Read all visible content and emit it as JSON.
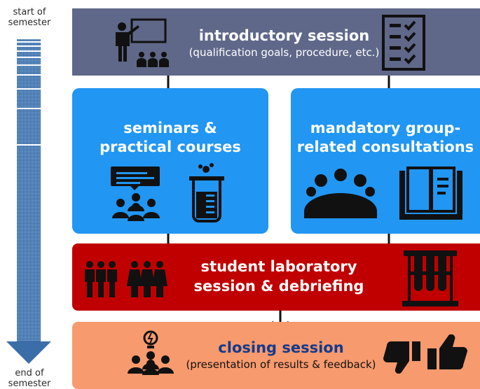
{
  "timeline": {
    "start_label": "start of semester",
    "end_label": "end of semester"
  },
  "intro": {
    "title": "introductory session",
    "subtitle": "(qualification goals, procedure, etc.)",
    "color": "#5f6889"
  },
  "seminars": {
    "title_line1": "seminars &",
    "title_line2": "practical courses",
    "color": "#2196f3"
  },
  "consultations": {
    "title_line1": "mandatory group-",
    "title_line2": "related consultations",
    "color": "#2196f3"
  },
  "lab": {
    "title_line1": "student laboratory",
    "title_line2": "session & debriefing",
    "color": "#c00000"
  },
  "closing": {
    "title": "closing session",
    "subtitle": "(presentation of results & feedback)",
    "color": "#f79a6d",
    "title_color": "#143a8c"
  },
  "icons": [
    "teacher-icon",
    "checklist-icon",
    "presentation-audience-icon",
    "beaker-icon",
    "meeting-table-icon",
    "open-book-icon",
    "student-group-icon",
    "test-tubes-icon",
    "idea-team-icon",
    "thumbs-down-icon",
    "thumbs-up-icon"
  ]
}
